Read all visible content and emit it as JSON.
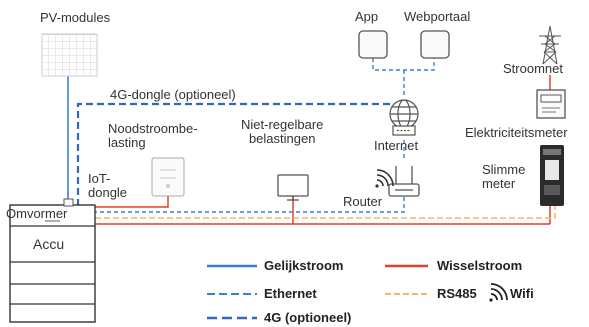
{
  "labels": {
    "pv_modules": "PV-modules",
    "app": "App",
    "webportal": "Webportaal",
    "grid": "Stroomnet",
    "dongle_4g": "4G-dongle (optioneel)",
    "emergency_load": "Noodstroombe-\nlasting",
    "non_controllable": "Niet-regelbare\nbelastingen",
    "internet": "Internet",
    "meter": "Elektriciteitsmeter",
    "smart_meter": "Slimme\nmeter",
    "iot_dongle": "IoT-\ndongle",
    "inverter": "Omvormer",
    "battery": "Accu",
    "router": "Router"
  },
  "legend": {
    "dc": "Gelijkstroom",
    "ac": "Wisselstroom",
    "ethernet": "Ethernet",
    "rs485": "RS485",
    "wifi": "Wifi",
    "lte": "4G (optioneel)"
  },
  "colors": {
    "dc": "#3a7fd1",
    "ac": "#e0412a",
    "ethernet": "#3a7fd1",
    "rs485": "#f0b866",
    "lte": "#2e6bc0",
    "device": "#4a4a4a"
  },
  "icons": [
    "wifi-icon",
    "globe-icon",
    "router-icon",
    "pylon-icon",
    "monitor-icon"
  ]
}
